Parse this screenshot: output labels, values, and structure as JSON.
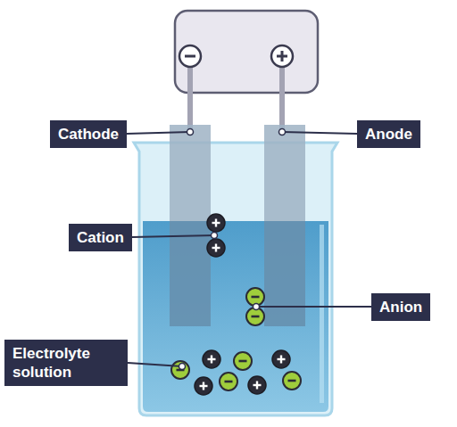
{
  "diagram": {
    "nodes": [
      {
        "text": [
          "Cathode"
        ]
      },
      {
        "text": [
          "Anode"
        ]
      },
      {
        "text": [
          "Cation"
        ]
      },
      {
        "text": [
          "Anion"
        ]
      },
      {
        "text": [
          "Electrolyte solution"
        ]
      }
    ]
  }
}
